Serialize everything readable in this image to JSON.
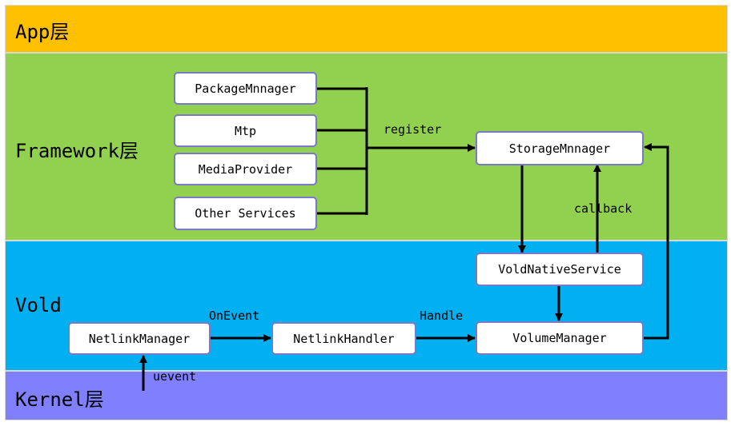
{
  "layers": {
    "app": "App层",
    "framework": "Framework层",
    "vold": "Vold",
    "kernel": "Kernel层"
  },
  "nodes": {
    "package_manager": "PackageMnnager",
    "mtp": "Mtp",
    "media_provider": "MediaProvider",
    "other_services": "Other Services",
    "storage_manager": "StorageMnnager",
    "vold_native_service": "VoldNativeService",
    "netlink_manager": "NetlinkManager",
    "netlink_handler": "NetlinkHandler",
    "volume_manager": "VolumeManager"
  },
  "edges": {
    "register": "register",
    "callback": "callback",
    "on_event": "OnEvent",
    "handle": "Handle",
    "uevent": "uevent"
  },
  "colors": {
    "app_layer": "#ffc000",
    "framework_layer": "#92d050",
    "vold_layer": "#00b0f0",
    "kernel_layer": "#8080ff",
    "box_border": "#7a78c8"
  }
}
